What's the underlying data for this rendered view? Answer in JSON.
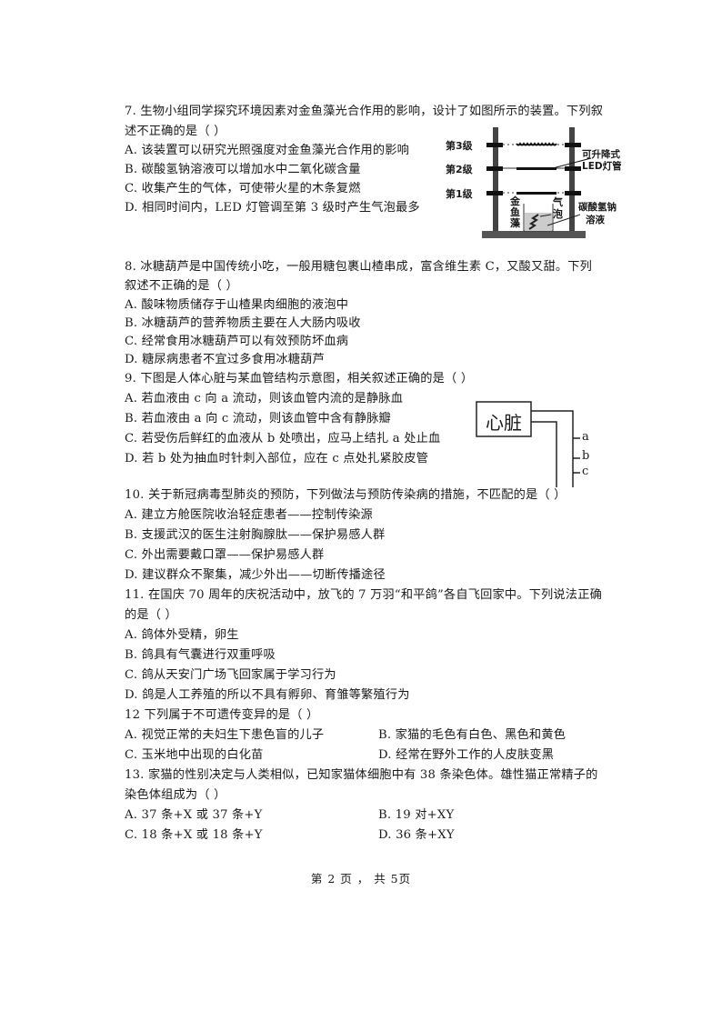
{
  "page": {
    "footer": "第 2 页 ， 共 5页"
  },
  "questions": [
    {
      "number": "7",
      "stem_line1": "7. 生物小组同学探究环境因素对金鱼藻光合作用的影响，设计了如图所示的装置。下列叙",
      "stem_line2": "述不正确的是（    ）",
      "options": [
        "A.  该装置可以研究光照强度对金鱼藻光合作用的影响",
        "B.  碳酸氢钠溶液可以增加水中二氧化碳含量",
        "C.  收集产生的气体，可使带火星的木条复燃",
        "D.  相同时间内，LED 灯管调至第 3 级时产生气泡最多"
      ],
      "figure": {
        "levels": [
          "第3级",
          "第2级",
          "第1级"
        ],
        "lamp_label_1": "可升降式",
        "lamp_label_2": "LED灯管",
        "plant_label": [
          "金",
          "鱼",
          "藻"
        ],
        "bubble_label": [
          "气",
          "泡"
        ],
        "solution_label_1": "碳酸氢钠",
        "solution_label_2": "溶液"
      }
    },
    {
      "number": "8",
      "stem_line1": "8.  冰糖葫芦是中国传统小吃，一般用糖包裹山楂串成，富含维生素 C，又酸又甜。下列",
      "stem_line2": "叙述不正确的是（    ）",
      "options": [
        "A.    酸味物质储存于山楂果肉细胞的液泡中",
        "B.    冰糖葫芦的营养物质主要在人大肠内吸收",
        "C.    经常食用冰糖葫芦可以有效预防坏血病",
        "D.    糖尿病患者不宜过多食用冰糖葫芦"
      ]
    },
    {
      "number": "9",
      "stem_line1": "9. 下图是人体心脏与某血管结构示意图，相关叙述正确的是（    ）",
      "options": [
        "A. 若血液由 c 向 a 流动，则该血管内流的是静脉血",
        "B. 若血液由 a 向 c 流动，则该血管中含有静脉瓣",
        "C. 若受伤后鲜红的血液从 b 处喷出，应马上结扎 a 处止血",
        "D. 若 b 处为抽血时针刺入部位，应在 c 点处扎紧胶皮管"
      ],
      "figure": {
        "heart_label": "心脏",
        "points": [
          "a",
          "b",
          "c"
        ]
      }
    },
    {
      "number": "10",
      "stem_line1": "10.  关于新冠病毒型肺炎的预防，下列做法与预防传染病的措施，不匹配的是（    ）",
      "options": [
        "A. 建立方舱医院收治轻症患者——控制传染源",
        "B. 支援武汉的医生注射胸腺肽——保护易感人群",
        "C. 外出需要戴口罩——保护易感人群",
        "D. 建议群众不聚集，减少外出——切断传播途径"
      ]
    },
    {
      "number": "11",
      "stem_line1": "11. 在国庆 70 周年的庆祝活动中，放飞的 7 万羽“和平鸽”各自飞回家中。下列说法正确",
      "stem_line2": "的是（    ）",
      "options": [
        "A. 鸽体外受精，卵生",
        "B. 鸽具有气囊进行双重呼吸",
        "C. 鸽从天安门广场飞回家属于学习行为",
        "D. 鸽是人工养殖的所以不具有孵卵、育雏等繁殖行为"
      ]
    },
    {
      "number": "12",
      "stem_line1": "12 下列属于不可遗传变异的是（    ）",
      "options": [
        "A. 视觉正常的夫妇生下患色盲的儿子",
        "B. 家猫的毛色有白色、黑色和黄色",
        "C. 玉米地中出现的白化苗",
        "D. 经常在野外工作的人皮肤变黑"
      ]
    },
    {
      "number": "13",
      "stem_line1": "13.  家猫的性别决定与人类相似，已知家猫体细胞中有 38 条染色体。雄性猫正常精子的",
      "stem_line2": "染色体组成为（    ）",
      "options": [
        "A. 37 条+X 或 37 条+Y",
        "B. 19 对+XY",
        "C. 18 条+X 或 18 条+Y",
        "D. 36 条+XY"
      ]
    }
  ]
}
